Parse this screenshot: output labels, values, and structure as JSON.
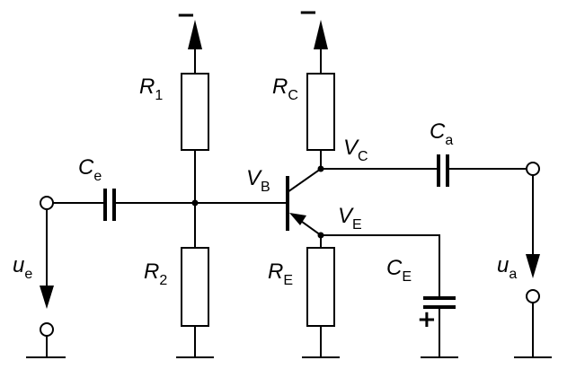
{
  "components": {
    "R1": {
      "symbol": "R",
      "sub": "1"
    },
    "R2": {
      "symbol": "R",
      "sub": "2"
    },
    "RC": {
      "symbol": "R",
      "sub": "C"
    },
    "RE": {
      "symbol": "R",
      "sub": "E"
    },
    "Ce": {
      "symbol": "C",
      "sub": "e"
    },
    "Ca": {
      "symbol": "C",
      "sub": "a"
    },
    "CE": {
      "symbol": "C",
      "sub": "E"
    }
  },
  "nodes": {
    "VB": {
      "symbol": "V",
      "sub": "B"
    },
    "VC": {
      "symbol": "V",
      "sub": "C"
    },
    "VE": {
      "symbol": "V",
      "sub": "E"
    }
  },
  "signals": {
    "input": {
      "symbol": "u",
      "sub": "e"
    },
    "output": {
      "symbol": "u",
      "sub": "a"
    }
  },
  "supply": {
    "left": "−",
    "right": "−"
  },
  "polarity": {
    "CE": "+"
  }
}
